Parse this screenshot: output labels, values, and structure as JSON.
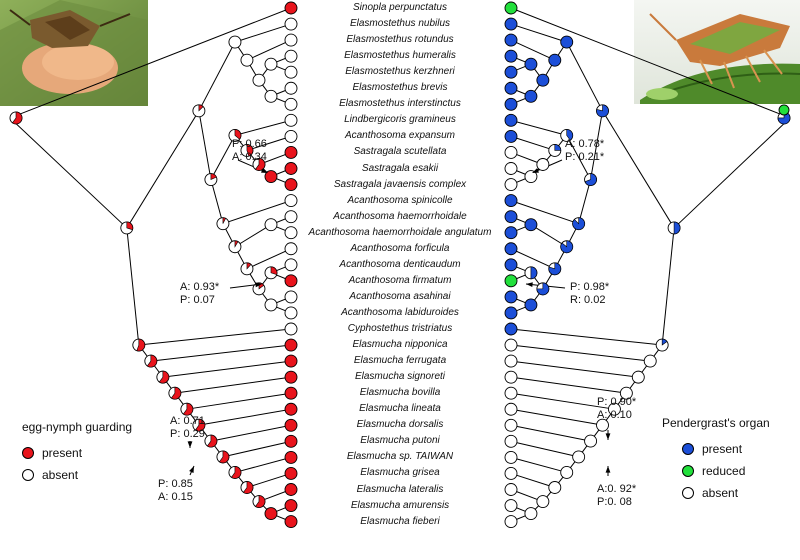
{
  "taxa": [
    {
      "name": "Sinopla perpunctatus",
      "left": "R",
      "right": "G"
    },
    {
      "name": "Elasmostethus nubilus",
      "left": "W",
      "right": "B"
    },
    {
      "name": "Elasmostethus rotundus",
      "left": "W",
      "right": "B"
    },
    {
      "name": "Elasmostethus humeralis",
      "left": "W",
      "right": "B"
    },
    {
      "name": "Elasmostethus kerzhneri",
      "left": "W",
      "right": "B"
    },
    {
      "name": "Elasmostethus brevis",
      "left": "W",
      "right": "B"
    },
    {
      "name": "Elasmostethus interstinctus",
      "left": "W",
      "right": "B"
    },
    {
      "name": "Lindbergicoris gramineus",
      "left": "W",
      "right": "B"
    },
    {
      "name": "Acanthosoma expansum",
      "left": "W",
      "right": "B"
    },
    {
      "name": "Sastragala scutellata",
      "left": "R",
      "right": "W"
    },
    {
      "name": "Sastragala esakii",
      "left": "R",
      "right": "W"
    },
    {
      "name": "Sastragala javaensis complex",
      "left": "R",
      "right": "W"
    },
    {
      "name": "Acanthosoma spinicolle",
      "left": "W",
      "right": "B"
    },
    {
      "name": "Acanthosoma haemorrhoidale",
      "left": "W",
      "right": "B"
    },
    {
      "name": "Acanthosoma haemorrhoidale angulatum",
      "left": "W",
      "right": "B"
    },
    {
      "name": "Acanthosoma forficula",
      "left": "W",
      "right": "B"
    },
    {
      "name": "Acanthosoma denticaudum",
      "left": "W",
      "right": "B"
    },
    {
      "name": "Acanthosoma firmatum",
      "left": "R",
      "right": "G"
    },
    {
      "name": "Acanthosoma asahinai",
      "left": "W",
      "right": "B"
    },
    {
      "name": "Acanthosoma labiduroides",
      "left": "W",
      "right": "B"
    },
    {
      "name": "Cyphostethus tristriatus",
      "left": "W",
      "right": "B"
    },
    {
      "name": "Elasmucha nipponica",
      "left": "R",
      "right": "W"
    },
    {
      "name": "Elasmucha ferrugata",
      "left": "R",
      "right": "W"
    },
    {
      "name": "Elasmucha signoreti",
      "left": "R",
      "right": "W"
    },
    {
      "name": "Elasmucha bovilla",
      "left": "R",
      "right": "W"
    },
    {
      "name": "Elasmucha lineata",
      "left": "R",
      "right": "W"
    },
    {
      "name": "Elasmucha dorsalis",
      "left": "R",
      "right": "W"
    },
    {
      "name": "Elasmucha putoni",
      "left": "R",
      "right": "W"
    },
    {
      "name": "Elasmucha sp. TAIWAN",
      "left": "R",
      "right": "W"
    },
    {
      "name": "Elasmucha grisea",
      "left": "R",
      "right": "W"
    },
    {
      "name": "Elasmucha lateralis",
      "left": "R",
      "right": "W"
    },
    {
      "name": "Elasmucha amurensis",
      "left": "R",
      "right": "W"
    },
    {
      "name": "Elasmucha fieberi",
      "left": "R",
      "right": "W"
    }
  ],
  "annotations": {
    "a1": "P: 0.66",
    "a2": "A: 0.34",
    "a3": "A: 0.93*",
    "a4": "P: 0.07",
    "a5": "A: 0.71",
    "a6": "P: 0.29",
    "a7": "P: 0.85",
    "a8": "A: 0.15",
    "b1": "A: 0.78*",
    "b2": "P: 0.21*",
    "b3": "P: 0.98*",
    "b4": "R: 0.02",
    "b5": "P: 0.90*",
    "b6": "A: 0.10",
    "b7": "A:0. 92*",
    "b8": "P:0. 08"
  },
  "legend_left": {
    "title": "egg-nymph guarding",
    "items": [
      {
        "label": "present",
        "color": "#e8141c"
      },
      {
        "label": "absent",
        "color": "#ffffff"
      }
    ]
  },
  "legend_right": {
    "title": "Pendergrast's organ",
    "items": [
      {
        "label": "present",
        "color": "#1c4fd8"
      },
      {
        "label": "reduced",
        "color": "#22e03c"
      },
      {
        "label": "absent",
        "color": "#ffffff"
      }
    ]
  },
  "colors": {
    "red": "#e8141c",
    "blue": "#1c4fd8",
    "green": "#22e03c",
    "white": "#ffffff",
    "line": "#000000"
  },
  "photos": [
    {
      "name": "photo-egg-guarding-bug",
      "description_icon": "shield-bug-guarding-eggs-photo"
    },
    {
      "name": "photo-shield-bug-on-leaf",
      "description_icon": "shield-bug-on-leaf-photo"
    }
  ]
}
